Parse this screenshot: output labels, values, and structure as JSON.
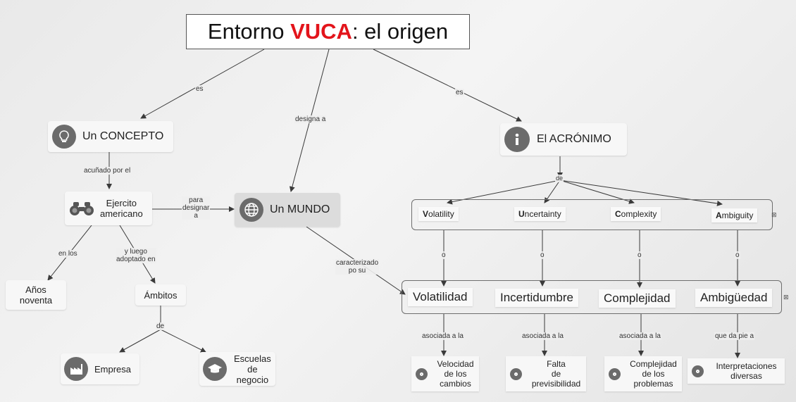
{
  "title": {
    "prefix": "Entorno ",
    "accent": "VUCA",
    "suffix": ": el origen"
  },
  "colors": {
    "accent": "#e3141b",
    "icon_bg": "#6b6b6b",
    "line": "#3a3a3a",
    "mundo_bg": "#dcdcdc"
  },
  "nodes": {
    "concepto": "Un CONCEPTO",
    "acronimo": "El ACRÓNIMO",
    "mundo": "Un MUNDO",
    "ejercito": "Ejercito\namericano",
    "anos": "Años\nnoventa",
    "ambitos": "Ámbitos",
    "empresa": "Empresa",
    "escuelas": "Escuelas\nde\nnegocio"
  },
  "icons": {
    "concepto": "lightbulb-icon",
    "acronimo": "info-icon",
    "mundo": "globe-icon",
    "ejercito": "binoculars-icon",
    "empresa": "factory-icon",
    "escuelas": "graduation-cap-icon"
  },
  "acronym": [
    {
      "initial": "V",
      "rest": "olatility"
    },
    {
      "initial": "U",
      "rest": "ncertainty"
    },
    {
      "initial": "C",
      "rest": "omplexity"
    },
    {
      "initial": "A",
      "rest": "mbiguity"
    }
  ],
  "spanish": [
    "Volatilidad",
    "Incertidumbre",
    "Complejidad",
    "Ambigüedad"
  ],
  "leaves": [
    "Velocidad\nde los\ncambios",
    "Falta\nde\nprevisibilidad",
    "Complejidad\nde los\nproblemas",
    "Interpretaciones\ndiversas"
  ],
  "links": {
    "es_left": "es",
    "es_right": "es",
    "designa_a": "designa a",
    "acunado_por_el": "acuñado por el",
    "para_designar_a": "para\ndesignar\na",
    "en_los": "en los",
    "y_luego": "y luego\nadoptado en",
    "de_ambitos": "de",
    "caracterizado": "caracterizado\npo su",
    "de_acronimo": "de",
    "o": [
      "o",
      "o",
      "o",
      "o"
    ],
    "asociada": [
      "asociada a la",
      "asociada a la",
      "asociada a la",
      "que da pie a"
    ]
  },
  "collapse_marker": "⊠"
}
